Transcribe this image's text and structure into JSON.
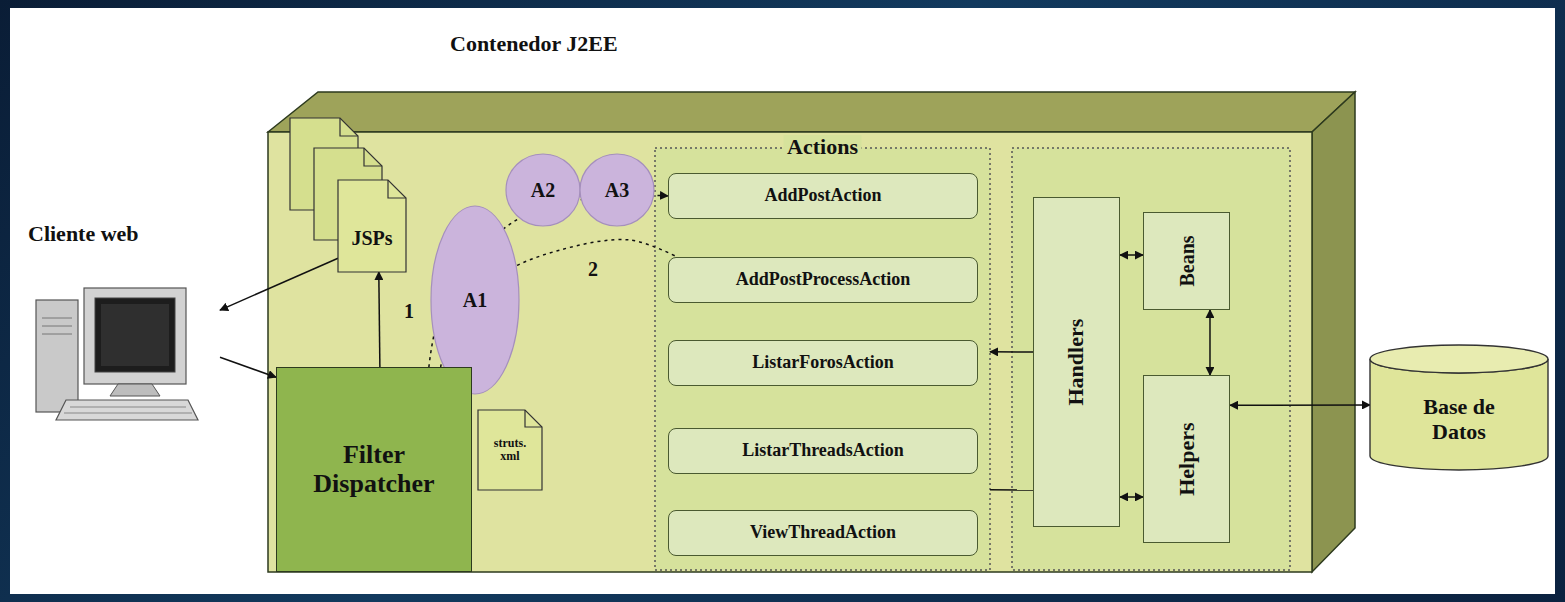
{
  "diagram": {
    "nodes": [
      {
        "text": [
          "Contenedor J2EE"
        ]
      },
      {
        "text": [
          "Cliente web"
        ]
      },
      {
        "text": [
          "JSPs"
        ],
        "in": 0
      },
      {
        "text": [
          "A1"
        ],
        "in": 0
      },
      {
        "text": [
          "A2"
        ],
        "in": 0
      },
      {
        "text": [
          "A3"
        ],
        "in": 0
      },
      {
        "text": [
          "Filter Dispatcher"
        ],
        "in": 0
      },
      {
        "text": [
          "struts. xml"
        ],
        "in": 0
      },
      {
        "text": [
          "Actions"
        ],
        "in": 0
      },
      {
        "text": [
          "AddPostAction"
        ],
        "in": 8
      },
      {
        "text": [
          "AddPostProcessAction"
        ],
        "in": 8
      },
      {
        "text": [
          "ListarForosAction"
        ],
        "in": 8
      },
      {
        "text": [
          "ListarThreadsAction"
        ],
        "in": 8
      },
      {
        "text": [
          "ViewThreadAction"
        ],
        "in": 8
      },
      {
        "text": [
          "Handlers"
        ],
        "in": 0
      },
      {
        "text": [
          "Beans"
        ],
        "in": 0
      },
      {
        "text": [
          "Helpers"
        ],
        "in": 0
      },
      {
        "text": [
          "Base de Datos"
        ]
      }
    ],
    "edges": [
      {
        "from": 1,
        "to": 6,
        "arrow": "to"
      },
      {
        "from": 2,
        "to": 1,
        "arrow": "to"
      },
      {
        "from": 6,
        "to": 2,
        "arrow": "to"
      },
      {
        "from": 6,
        "to": 9,
        "label": "1",
        "arrow": "to"
      },
      {
        "from": 6,
        "to": 10,
        "label": "2",
        "arrow": "none"
      },
      {
        "from": 14,
        "to": 8,
        "arrow": "to"
      },
      {
        "from": 8,
        "to": 14,
        "arrow": "none"
      },
      {
        "from": 14,
        "to": 15,
        "arrow": "both"
      },
      {
        "from": 15,
        "to": 16,
        "arrow": "both"
      },
      {
        "from": 14,
        "to": 16,
        "arrow": "both"
      },
      {
        "from": 16,
        "to": 17,
        "arrow": "both"
      }
    ]
  }
}
